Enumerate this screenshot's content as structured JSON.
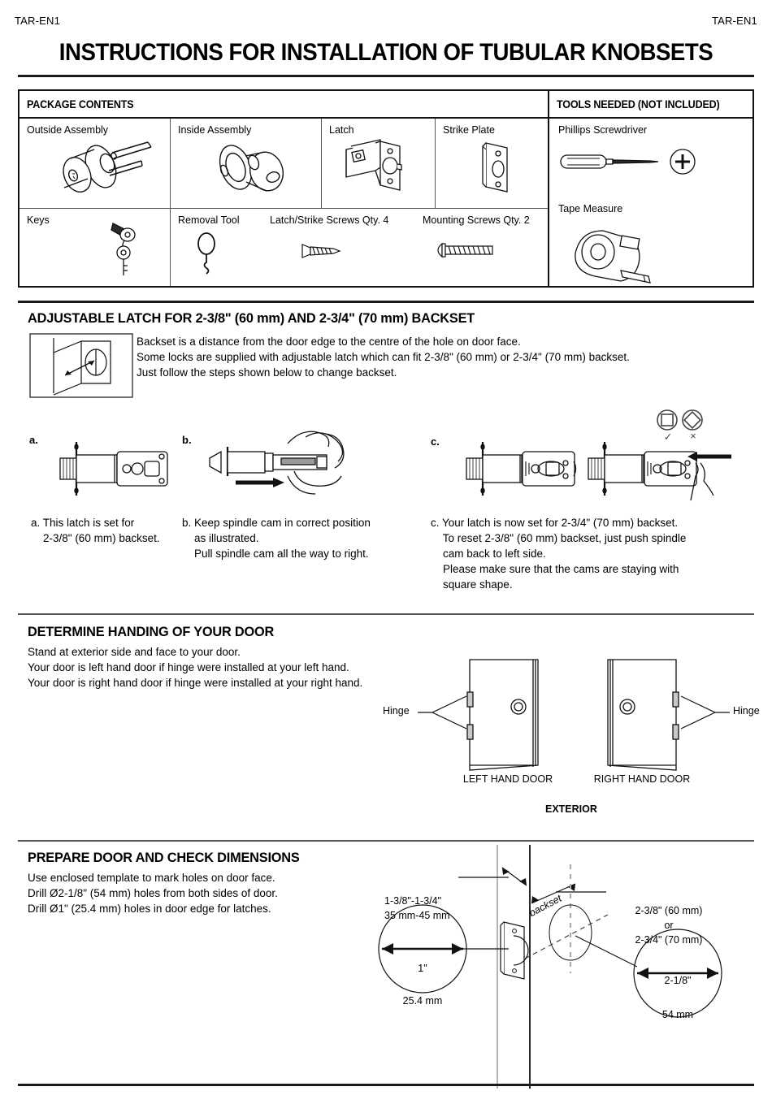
{
  "header": {
    "code_left": "TAR-EN1",
    "code_right": "TAR-EN1",
    "title": "INSTRUCTIONS FOR INSTALLATION OF TUBULAR KNOBSETS"
  },
  "package_table": {
    "header_left": "PACKAGE CONTENTS",
    "header_right": "TOOLS NEEDED (NOT INCLUDED)",
    "row1": [
      {
        "label": "Outside Assembly",
        "icon": "outside-assembly-knob"
      },
      {
        "label": "Inside Assembly",
        "icon": "inside-assembly-knob"
      },
      {
        "label": "Latch",
        "icon": "latch"
      },
      {
        "label": "Strike Plate",
        "icon": "strike-plate"
      }
    ],
    "row2": [
      {
        "label": "Keys",
        "icon": "keys"
      },
      {
        "label": "Removal Tool",
        "icon": "removal-tool"
      },
      {
        "label": "Latch/Strike Screws  Qty. 4",
        "icon": "flat-head-screw"
      },
      {
        "label": "Mounting Screws  Qty. 2",
        "icon": "round-head-screw"
      }
    ],
    "tools": [
      {
        "label": "Phillips Screwdriver",
        "icon": "phillips-screwdriver"
      },
      {
        "label": "Tape Measure",
        "icon": "tape-measure"
      }
    ]
  },
  "adjustable_latch": {
    "heading": "ADJUSTABLE LATCH FOR 2-3/8\" (60 mm) AND 2-3/4\" (70 mm) BACKSET",
    "intro": "Backset is a distance from the door edge to the centre of the hole on door face.\nSome locks are supplied with adjustable latch which can fit 2-3/8\" (60 mm) or 2-3/4\" (70 mm) backset.\nJust follow the steps shown below to change backset.",
    "steps": [
      {
        "marker": "a.",
        "caption": "a. This latch is set for\n    2-3/8\" (60 mm) backset."
      },
      {
        "marker": "b.",
        "caption": "b. Keep spindle cam in correct position\n    as illustrated.\n    Pull spindle cam all the way to right."
      },
      {
        "marker": "c.",
        "caption": "c. Your latch is now set for 2-3/4\" (70 mm) backset.\n    To reset 2-3/8\" (60 mm) backset, just push spindle\n    cam back to left side.\n    Please make sure that the cams are staying with\n    square shape."
      }
    ],
    "cam_ok": "✓",
    "cam_bad": "×"
  },
  "handing": {
    "heading": "DETERMINE HANDING OF YOUR DOOR",
    "text": "Stand at exterior side and face to your door.\nYour door is left hand door if hinge were installed at your left hand.\nYour door is right hand door if hinge were installed at your right hand.",
    "left_hinge_label": "Hinge",
    "right_hinge_label": "Hinge",
    "left_door_label": "LEFT HAND DOOR",
    "right_door_label": "RIGHT HAND DOOR",
    "exterior_label": "EXTERIOR"
  },
  "prepare": {
    "heading": "PREPARE DOOR AND CHECK DIMENSIONS",
    "text": "Use enclosed template to mark holes on door face.\nDrill Ø2-1/8\" (54 mm) holes from both sides of door.\nDrill Ø1\" (25.4 mm) holes in door edge for latches.",
    "thickness_label": "1-3/8\"-1-3/4\"\n35 mm-45 mm",
    "backset_label": "backset",
    "backset_value": "2-3/8\" (60 mm)\nor\n2-3/4\" (70 mm)",
    "edge_hole_in": "1\"",
    "edge_hole_mm": "25.4 mm",
    "face_hole_in": "2-1/8\"",
    "face_hole_mm": "54 mm"
  },
  "colors": {
    "ink": "#111111",
    "rule": "#1a1a1a",
    "line": "#555555",
    "shade": "#d8d8d8"
  }
}
